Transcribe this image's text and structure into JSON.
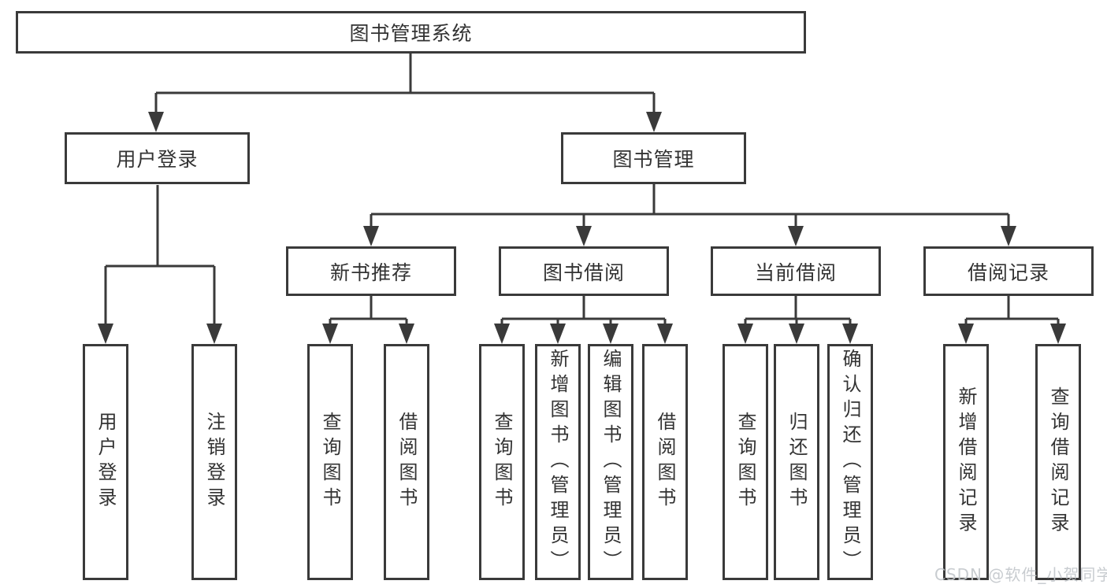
{
  "diagram": {
    "root": {
      "label": "图书管理系统"
    },
    "branches": [
      {
        "label": "用户登录",
        "children": [
          {
            "label": "用户登录"
          },
          {
            "label": "注销登录"
          }
        ]
      },
      {
        "label": "图书管理",
        "groups": [
          {
            "label": "新书推荐",
            "children": [
              {
                "label": "查询图书"
              },
              {
                "label": "借阅图书"
              }
            ]
          },
          {
            "label": "图书借阅",
            "children": [
              {
                "label": "查询图书"
              },
              {
                "label": "新增图书（管理员）"
              },
              {
                "label": "编辑图书（管理员）"
              },
              {
                "label": "借阅图书"
              }
            ]
          },
          {
            "label": "当前借阅",
            "children": [
              {
                "label": "查询图书"
              },
              {
                "label": "归还图书"
              },
              {
                "label": "确认归还（管理员）"
              }
            ]
          },
          {
            "label": "借阅记录",
            "children": [
              {
                "label": "新增借阅记录"
              },
              {
                "label": "查询借阅记录"
              }
            ]
          }
        ]
      }
    ]
  },
  "watermark": {
    "text": "CSDN @软件_小贺同学"
  },
  "colors": {
    "line": "#3a3a3a",
    "text": "#333333",
    "background": "#ffffff",
    "watermark": "#c3c7cb"
  }
}
